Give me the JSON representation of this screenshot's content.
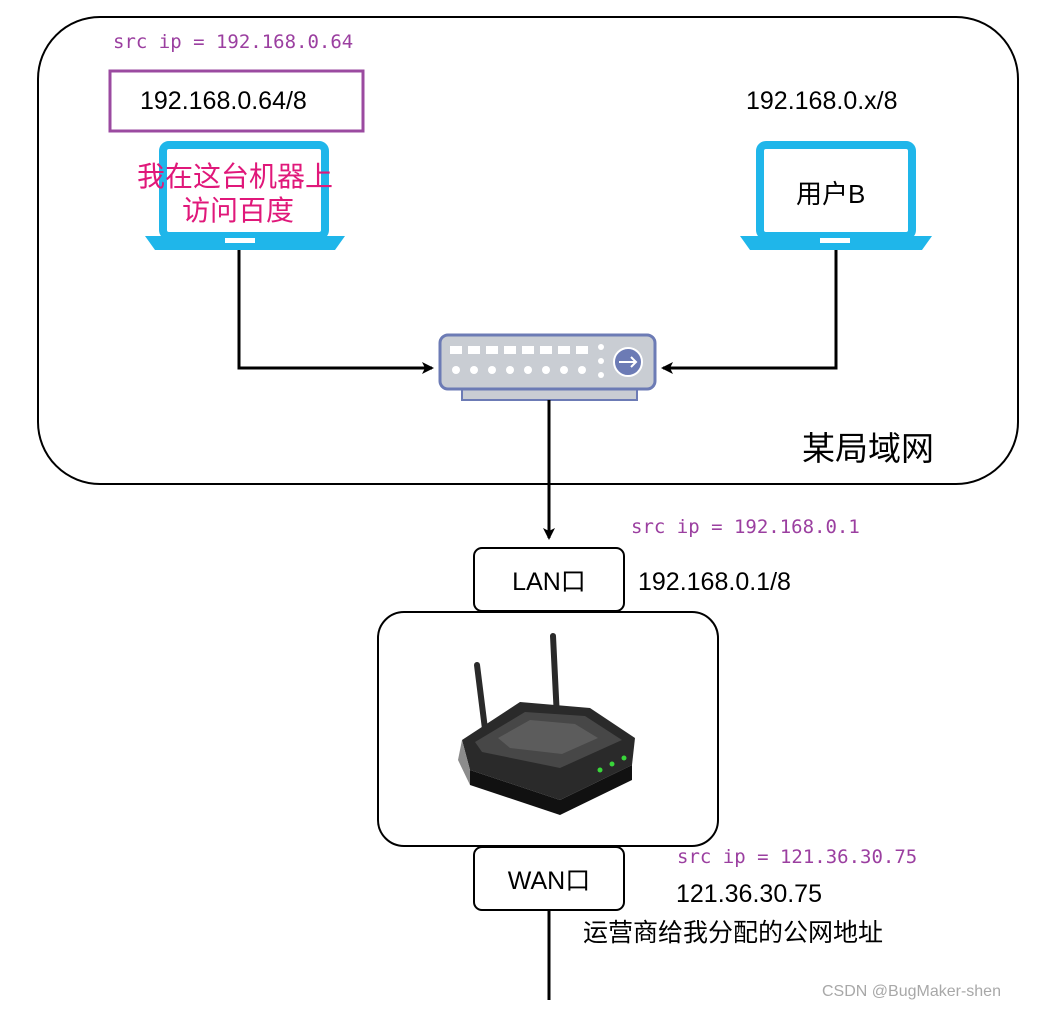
{
  "lan_group": {
    "label": "某局域网"
  },
  "host_a": {
    "src_label": "src ip = 192.168.0.64",
    "ip": "192.168.0.64/8",
    "note_line1": "我在这台机器上",
    "note_line2": "访问百度"
  },
  "host_b": {
    "ip": "192.168.0.x/8",
    "name": "用户B"
  },
  "router": {
    "lan_port": {
      "label": "LAN口",
      "src_label": "src ip = 192.168.0.1",
      "ip": "192.168.0.1/8"
    },
    "wan_port": {
      "label": "WAN口",
      "src_label": "src ip = 121.36.30.75",
      "ip": "121.36.30.75",
      "note": "运营商给我分配的公网地址"
    }
  },
  "watermark": "CSDN @BugMaker-shen",
  "colors": {
    "laptop": "#1fb6ea",
    "switch_fill": "#c9cdd3",
    "switch_stroke": "#6c7bb5",
    "src_label": "#9b3fa0",
    "note": "#e0187a",
    "highlight_box": "#9b4aa0"
  }
}
